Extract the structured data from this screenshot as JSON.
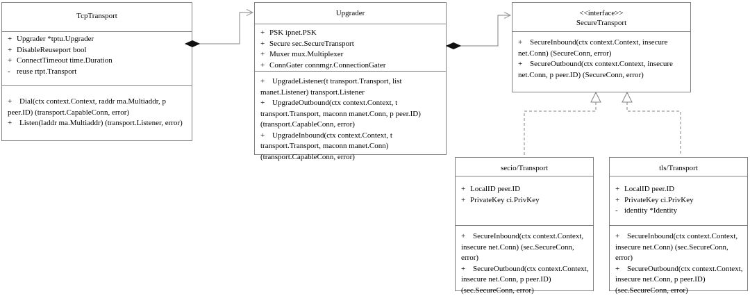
{
  "diagram": {
    "kind": "uml-class-diagram",
    "stroke_color": "#808080",
    "fill_color": "#ffffff",
    "text_color": "#000000"
  },
  "classes": {
    "tcp_transport": {
      "name": "TcpTransport",
      "attributes": [
        {
          "vis": "+",
          "text": "Upgrader *tptu.Upgrader"
        },
        {
          "vis": "+",
          "text": "DisableReuseport bool"
        },
        {
          "vis": "+",
          "text": "ConnectTimeout time.Duration"
        },
        {
          "vis": "-",
          "text": "reuse rtpt.Transport"
        }
      ],
      "operations": [
        {
          "vis": "+",
          "text": "Dial(ctx context.Context, raddr ma.Multiaddr, p peer.ID) (transport.CapableConn, error)"
        },
        {
          "vis": "+",
          "text": "Listen(laddr ma.Multiaddr) (transport.Listener, error)"
        }
      ]
    },
    "upgrader": {
      "name": "Upgrader",
      "attributes": [
        {
          "vis": "+",
          "text": "PSK        ipnet.PSK"
        },
        {
          "vis": "+",
          "text": "Secure    sec.SecureTransport"
        },
        {
          "vis": "+",
          "text": "Muxer     mux.Multiplexer"
        },
        {
          "vis": "+",
          "text": "ConnGater connmgr.ConnectionGater"
        }
      ],
      "operations": [
        {
          "vis": "+",
          "text": "UpgradeListener(t transport.Transport, list manet.Listener) transport.Listener"
        },
        {
          "vis": "+",
          "text": "UpgradeOutbound(ctx context.Context, t transport.Transport, maconn manet.Conn, p peer.ID) (transport.CapableConn, error)"
        },
        {
          "vis": "+",
          "text": "UpgradeInbound(ctx context.Context, t transport.Transport, maconn manet.Conn) (transport.CapableConn, error)"
        }
      ]
    },
    "secure_transport": {
      "stereotype": "<<interface>>",
      "name": "SecureTransport",
      "attributes": [],
      "operations": [
        {
          "vis": "+",
          "text": "SecureInbound(ctx context.Context, insecure net.Conn) (SecureConn, error)"
        },
        {
          "vis": "+",
          "text": "SecureOutbound(ctx context.Context, insecure net.Conn, p peer.ID) (SecureConn, error)"
        }
      ]
    },
    "secio_transport": {
      "name": "secio/Transport",
      "attributes": [
        {
          "vis": "+",
          "text": "LocalID    peer.ID"
        },
        {
          "vis": "+",
          "text": "PrivateKey ci.PrivKey"
        }
      ],
      "operations": [
        {
          "vis": "+",
          "text": "SecureInbound(ctx context.Context, insecure net.Conn) (sec.SecureConn, error)"
        },
        {
          "vis": "+",
          "text": "SecureOutbound(ctx context.Context, insecure net.Conn, p peer.ID) (sec.SecureConn, error)"
        }
      ]
    },
    "tls_transport": {
      "name": "tls/Transport",
      "attributes": [
        {
          "vis": "+",
          "text": "LocalID    peer.ID"
        },
        {
          "vis": "+",
          "text": "PrivateKey ci.PrivKey"
        },
        {
          "vis": "-",
          "text": "identity *Identity"
        }
      ],
      "operations": [
        {
          "vis": "+",
          "text": "SecureInbound(ctx context.Context, insecure net.Conn) (sec.SecureConn, error)"
        },
        {
          "vis": "+",
          "text": "SecureOutbound(ctx context.Context, insecure net.Conn, p peer.ID) (sec.SecureConn, error)"
        }
      ]
    }
  },
  "relationships": [
    {
      "type": "composition",
      "from": "TcpTransport",
      "to": "Upgrader"
    },
    {
      "type": "composition",
      "from": "Upgrader",
      "to": "SecureTransport"
    },
    {
      "type": "realization",
      "from": "secio/Transport",
      "to": "SecureTransport"
    },
    {
      "type": "realization",
      "from": "tls/Transport",
      "to": "SecureTransport"
    }
  ]
}
